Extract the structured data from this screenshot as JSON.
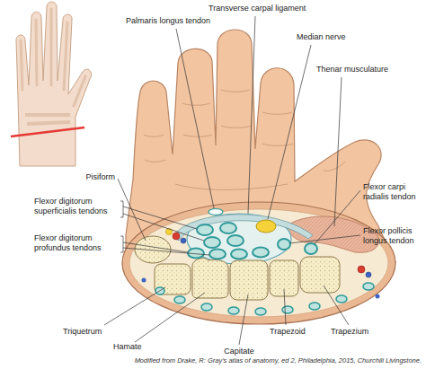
{
  "diagram": {
    "caption": "Modified from Drake, R: Gray's atlas of anatomy, ed 2, Philadelphia, 2015, Churchill Livingstone.",
    "labels": [
      "Palmaris longus tendon",
      "Transverse carpal ligament",
      "Median nerve",
      "Thenar musculature",
      "Pisiform",
      "Flexor digitorum superficialis tendons",
      "Flexor digitorum profundus tendons",
      "Flexor carpi radialis tendon",
      "Flexor pollicis longus tendon",
      "Triquetrum",
      "Hamate",
      "Capitate",
      "Trapezoid",
      "Trapezium"
    ]
  }
}
